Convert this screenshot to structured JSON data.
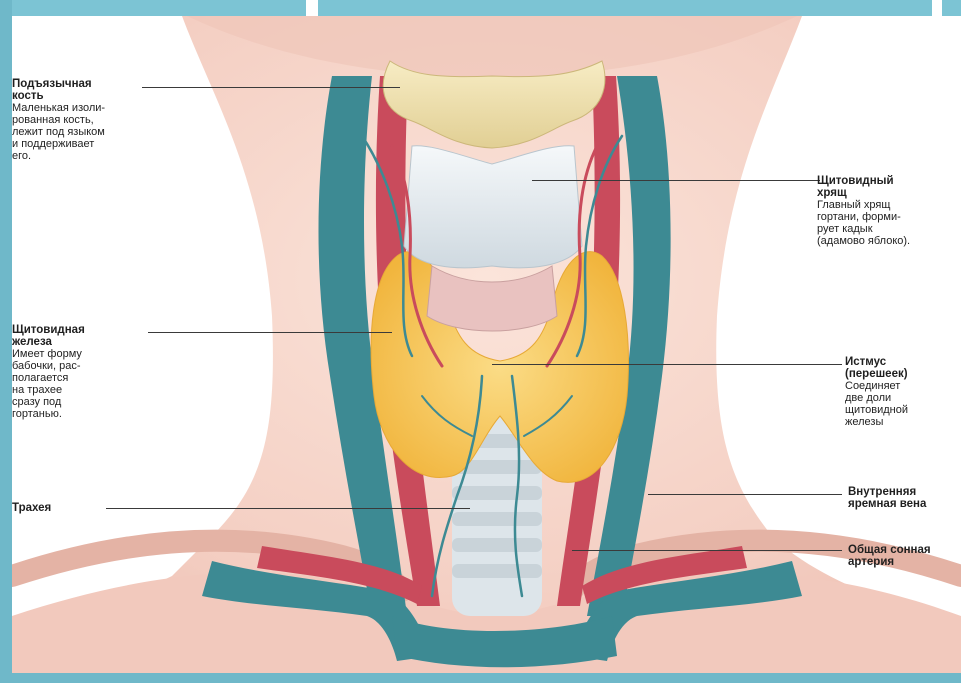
{
  "labels": {
    "hyoid": {
      "title": "Подъязычная\nкость",
      "desc": "Маленькая изоли-\nрованная кость,\nлежит под языком\nи поддерживает\nего."
    },
    "thyroid_cartilage": {
      "title": "Щитовидный\nхрящ",
      "desc": "Главный хрящ\nгортани, форми-\nрует кадык\n(адамово яблоко)."
    },
    "thyroid_gland": {
      "title": "Щитовидная\nжелеза",
      "desc": "Имеет форму\nбабочки, рас-\nполагается\nна трахее\nсразу под\nгортанью."
    },
    "isthmus": {
      "title": "Истмус\n(перешеек)",
      "desc": "Соединяет\nдве доли\nщитовидной\nжелезы"
    },
    "trachea": {
      "title": "Трахея"
    },
    "jugular_vein": {
      "title": "Внутренняя\nяремная вена"
    },
    "carotid_artery": {
      "title": "Общая сонная\nартерия"
    }
  },
  "colors": {
    "frame": "#6fb8c9",
    "skin": "#f6d6cc",
    "vein": "#3d8a93",
    "artery": "#c94b5c",
    "gland": "#f4c14f",
    "cartilage": "#e8eef2",
    "hyoid_bone": "#efe1b0"
  }
}
